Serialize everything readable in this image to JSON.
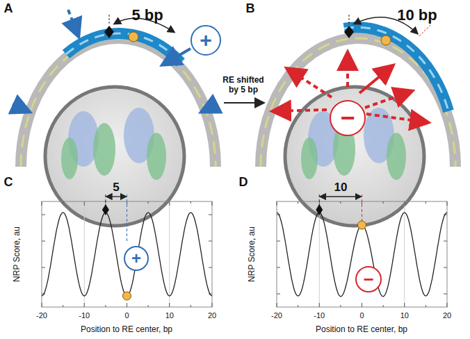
{
  "diagram": {
    "nodes": [
      {
        "text": [
          "+"
        ]
      },
      {
        "text": [
          "−"
        ]
      },
      {
        "text": [
          "+"
        ]
      },
      {
        "text": [
          "−"
        ]
      }
    ],
    "labels": [
      "A",
      "5 bp",
      "B",
      "10 bp",
      "RE shifted by 5 bp",
      "C",
      "5",
      "NRP Score, au",
      "-20",
      "-10",
      "0",
      "10",
      "20",
      "Position to RE center, bp",
      "D",
      "10",
      "NRP Score, au",
      "-20",
      "-10",
      "0",
      "10",
      "20",
      "Position to RE center, bp"
    ]
  }
}
